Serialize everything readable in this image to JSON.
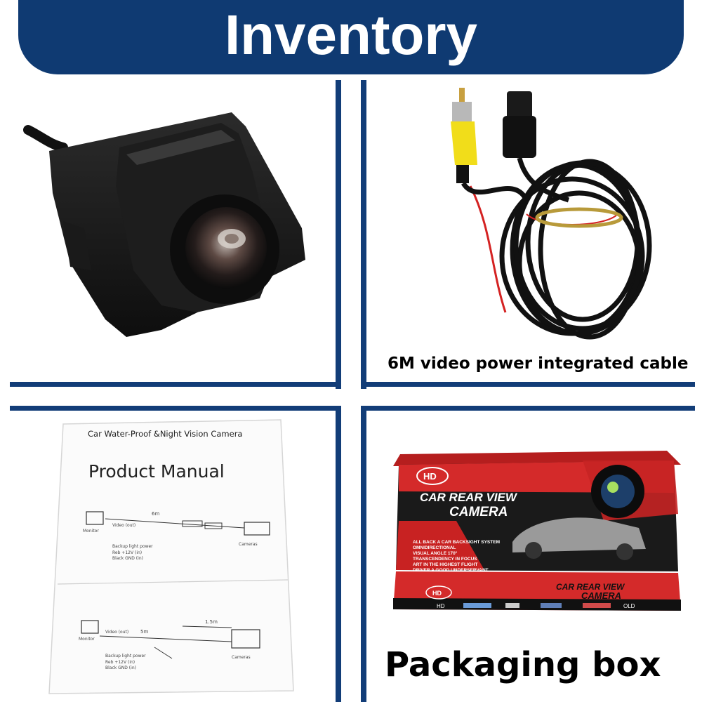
{
  "header": {
    "title": "Inventory"
  },
  "panels": {
    "camera": {
      "label": ""
    },
    "cable": {
      "caption": "6M video power integrated cable"
    },
    "manual": {
      "subtitle": "Car Water-Proof &Night Vision Camera",
      "title": "Product Manual",
      "diagram1": {
        "length": "6m",
        "monitor": "Monitor",
        "video": "Video (out)",
        "backup": "Backup light power",
        "red": "Reb +12V (in)",
        "black": "Black GND (in)",
        "cameras": "Cameras"
      },
      "diagram2": {
        "length1": "5m",
        "length2": "1.5m",
        "monitor": "Monitor",
        "video": "Video (out)",
        "backup": "Backup light power",
        "red": "Reb +12V (in)",
        "black": "Black GND (in)",
        "cameras": "Cameras"
      }
    },
    "box": {
      "caption": "Packaging box",
      "hd": "HD",
      "line1": "CAR REAR VIEW",
      "line2": "CAMERA",
      "features": [
        "ALL BACK A CAR BACKSIGHT SYSTEM",
        "OMNIDIRECTIONAL",
        "VISUAL ANGLE 170°",
        "TRANSCENDENCY IN FOCUS",
        "ART IN THE HIGHEST FLIGHT",
        "DRIVER A GOOD UNDERSERVANT"
      ],
      "side_line1": "CAR REAR VIEW",
      "side_line2": "CAMERA",
      "strip_left": "HD",
      "strip_right": "OLD"
    }
  },
  "colors": {
    "banner": "#0f3a72",
    "rule": "#123d78",
    "box_red": "#d42a2a"
  }
}
